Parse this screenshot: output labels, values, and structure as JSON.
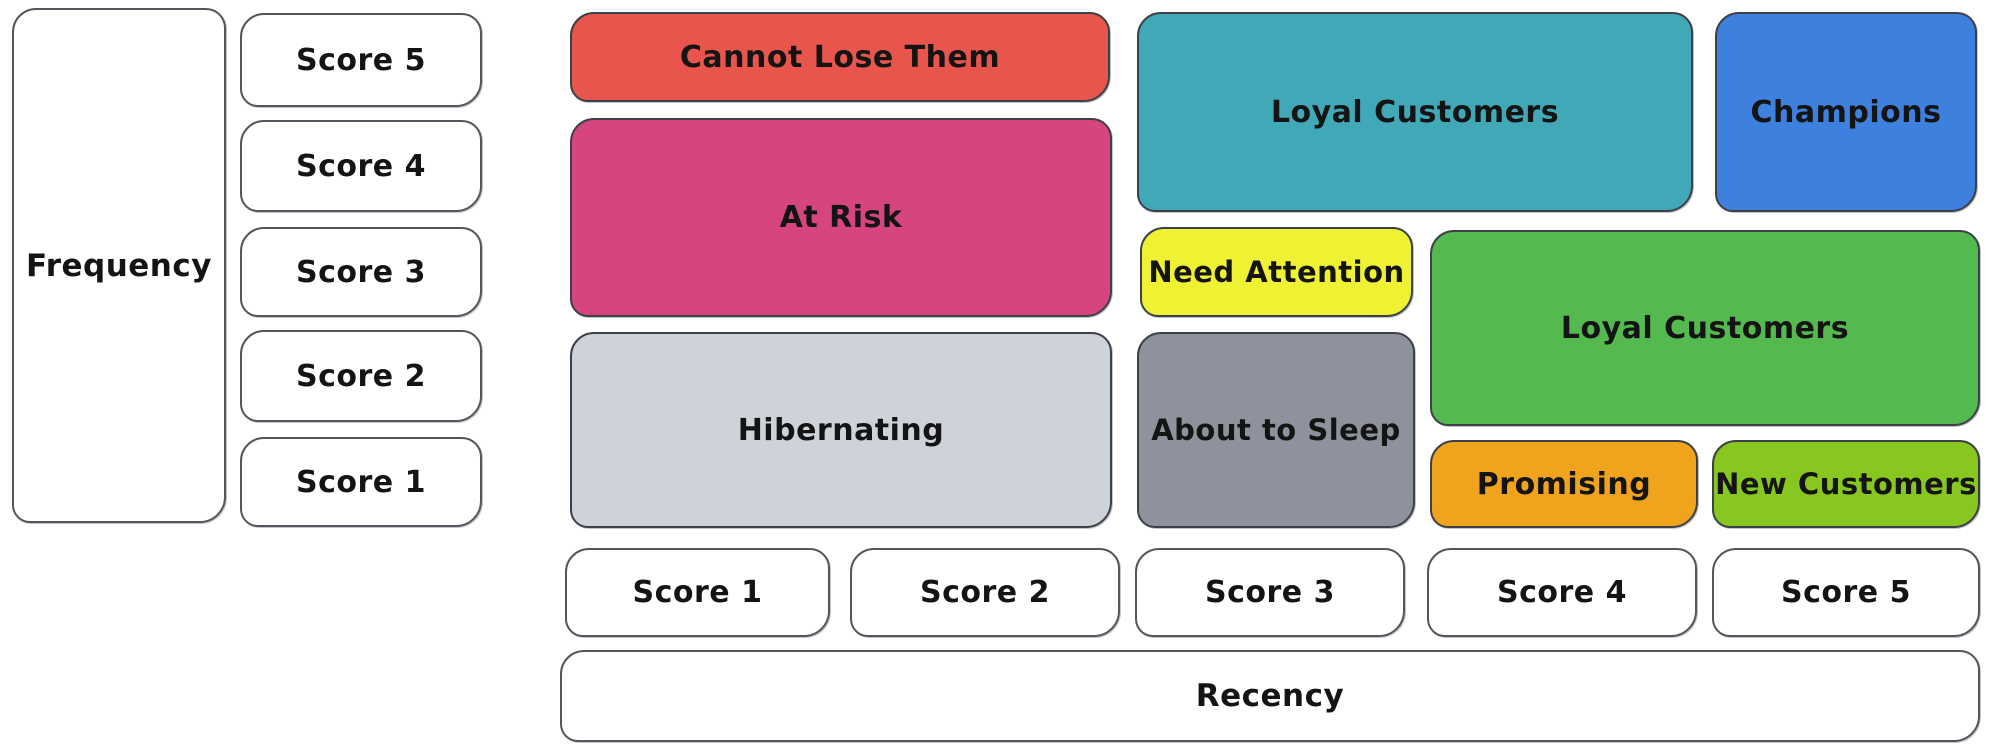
{
  "diagram": {
    "type": "rfm-segmentation-matrix",
    "y_axis": {
      "label": "Frequency",
      "scores": [
        "Score 5",
        "Score 4",
        "Score 3",
        "Score 2",
        "Score 1"
      ]
    },
    "x_axis": {
      "label": "Recency",
      "scores": [
        "Score 1",
        "Score 2",
        "Score 3",
        "Score 4",
        "Score 5"
      ]
    },
    "segments": [
      {
        "label": "Cannot Lose Them",
        "color": "#e8554c",
        "recency_scores": "1-2",
        "frequency_scores": "5"
      },
      {
        "label": "At Risk",
        "color": "#d6457f",
        "recency_scores": "1-2",
        "frequency_scores": "3-4"
      },
      {
        "label": "Hibernating",
        "color": "#ced3da",
        "recency_scores": "1-2",
        "frequency_scores": "1-2"
      },
      {
        "label": "Loyal Customers",
        "color": "#41a8b8",
        "recency_scores": "3-4",
        "frequency_scores": "4-5"
      },
      {
        "label": "Champions",
        "color": "#3e80dd",
        "recency_scores": "5",
        "frequency_scores": "4-5"
      },
      {
        "label": "Need Attention",
        "color": "#eef233",
        "recency_scores": "3",
        "frequency_scores": "3"
      },
      {
        "label": "Loyal Customers",
        "color": "#54ba50",
        "recency_scores": "4-5",
        "frequency_scores": "2-3"
      },
      {
        "label": "About to Sleep",
        "color": "#8d929c",
        "recency_scores": "3",
        "frequency_scores": "1-2"
      },
      {
        "label": "Promising",
        "color": "#f0a41e",
        "recency_scores": "4",
        "frequency_scores": "1"
      },
      {
        "label": "New Customers",
        "color": "#87c71f",
        "recency_scores": "5",
        "frequency_scores": "1"
      }
    ]
  }
}
